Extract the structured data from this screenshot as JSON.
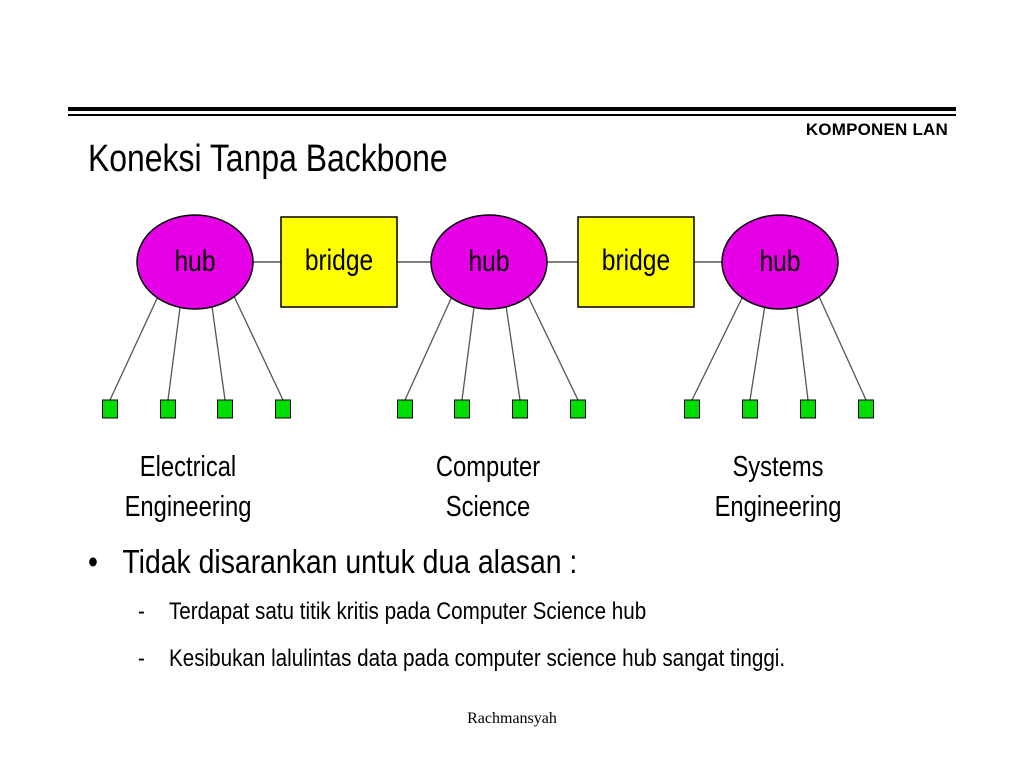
{
  "header": {
    "section_label": "KOMPONEN LAN",
    "title": "Koneksi Tanpa Backbone"
  },
  "diagram": {
    "hub_color": "#e600e6",
    "bridge_color": "#ffff00",
    "station_color": "#00dd00",
    "hub_label": "hub",
    "bridge_label": "bridge",
    "hubs": [
      {
        "label": "hub",
        "stations": 4,
        "department": [
          "Electrical",
          "Engineering"
        ]
      },
      {
        "label": "hub",
        "stations": 4,
        "department": [
          "Computer",
          "Science"
        ]
      },
      {
        "label": "hub",
        "stations": 4,
        "department": [
          "Systems",
          "Engineering"
        ]
      }
    ],
    "bridges": [
      {
        "label": "bridge"
      },
      {
        "label": "bridge"
      }
    ]
  },
  "content": {
    "bullet_marker": "•",
    "bullet": "Tidak disarankan untuk dua alasan :",
    "dash": "-",
    "subpoints": [
      "Terdapat satu titik kritis pada Computer Science hub",
      "Kesibukan lalulintas data pada computer science hub sangat tinggi."
    ]
  },
  "footer": {
    "author": "Rachmansyah"
  }
}
